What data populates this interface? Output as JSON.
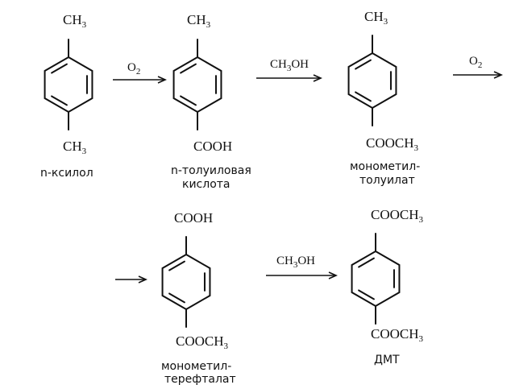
{
  "compounds": [
    {
      "id": "p-xylene",
      "top": "CH3",
      "bottom": "CH3",
      "name": [
        "n-ксилол"
      ]
    },
    {
      "id": "p-toluic-acid",
      "top": "CH3",
      "bottom": "COOH",
      "name": [
        "n-толуиловая",
        "кислота"
      ]
    },
    {
      "id": "monomethyl-toluate",
      "top": "CH3",
      "bottom": "COOCH3",
      "name": [
        "монометил-",
        "толуилат"
      ]
    },
    {
      "id": "monomethyl-terephthalate",
      "top": "COOH",
      "bottom": "COOCH3",
      "name": [
        "монометил-",
        "терефталат"
      ]
    },
    {
      "id": "dmt",
      "top": "COOCH3",
      "bottom": "COOCH3",
      "name": [
        "ДМТ"
      ]
    }
  ],
  "arrows": [
    {
      "id": "arrow-1",
      "label": "O2"
    },
    {
      "id": "arrow-2",
      "label": "CH3OH"
    },
    {
      "id": "arrow-3",
      "label": "O2"
    },
    {
      "id": "arrow-4",
      "label": ""
    },
    {
      "id": "arrow-5",
      "label": "CH3OH"
    }
  ]
}
